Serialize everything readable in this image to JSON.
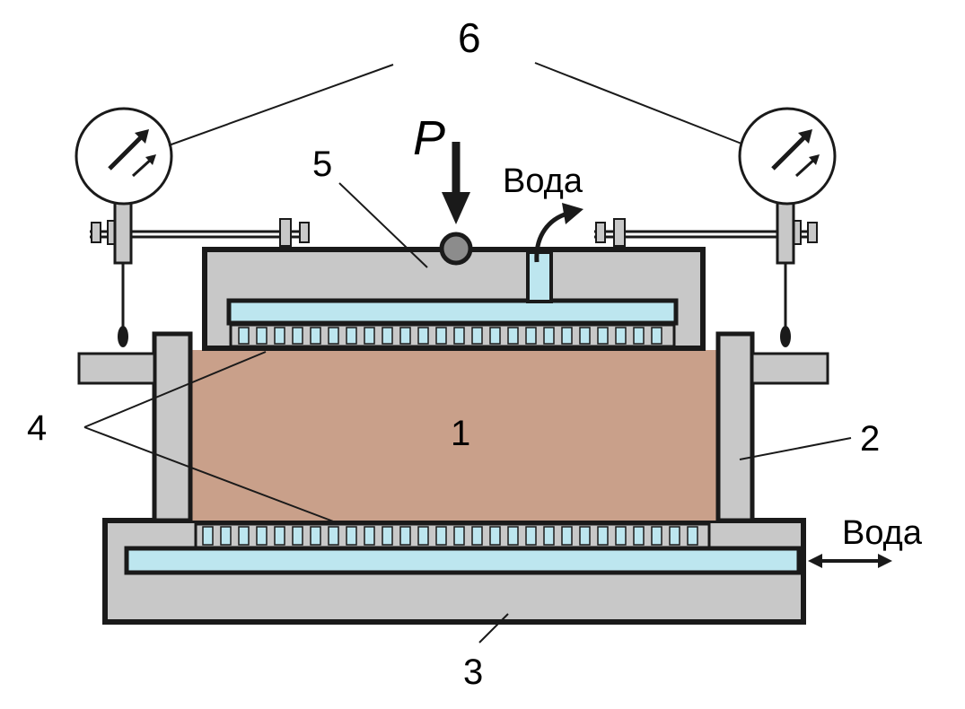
{
  "labels": {
    "soil": "1",
    "ring": "2",
    "base": "3",
    "porous": "4",
    "piston": "5",
    "gauges": "6",
    "load": "P",
    "water_top": "Вода",
    "water_side": "Вода"
  },
  "colors": {
    "outline": "#1a1a1a",
    "metal": "#c8c8c8",
    "water": "#bde6ef",
    "soil": "#c9a08a",
    "background": "#ffffff"
  },
  "icons": {
    "dial_gauge": "dial-gauge-icon",
    "arrow_down": "arrow-down-icon",
    "double_arrow": "double-arrow-icon"
  }
}
